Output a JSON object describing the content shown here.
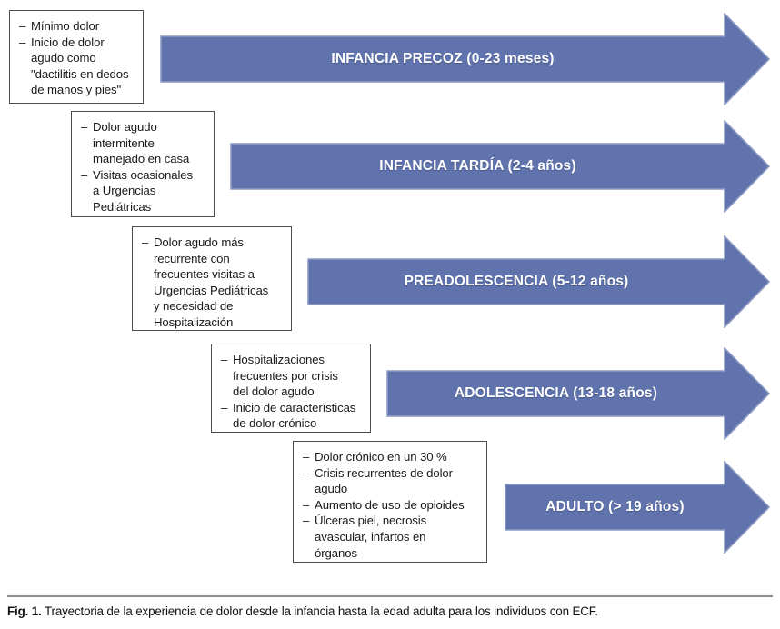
{
  "figure": {
    "caption_label": "Fig. 1.",
    "caption_text": "Trayectoria de la experiencia de dolor desde la infancia hasta la edad adulta para los individuos con ECF.",
    "arrow_color": "#6073AD",
    "arrow_border_color": "#8E9AC4",
    "box_border_color": "#4D4D4D",
    "text_color": "#1A1A1A",
    "label_color": "#FFFFFF"
  },
  "stages": [
    {
      "id": "infancia-precoz",
      "arrow_label": "INFANCIA PRECOZ (0-23 meses)",
      "stage_name": "INFANCIA PRECOZ",
      "age_range": "(0-23 meses)",
      "bullets": [
        "Mínimo dolor",
        "Inicio de dolor\nagudo como\n\"dactilitis en dedos\nde manos y pies\""
      ]
    },
    {
      "id": "infancia-tardia",
      "arrow_label": "INFANCIA TARDÍA (2-4 años)",
      "stage_name": "INFANCIA TARDÍA",
      "age_range": "(2-4 años)",
      "bullets": [
        "Dolor agudo\nintermitente\nmanejado en casa",
        "Visitas ocasionales\na Urgencias\nPediátricas"
      ]
    },
    {
      "id": "preadolescencia",
      "arrow_label": "PREADOLESCENCIA (5-12 años)",
      "stage_name": "PREADOLESCENCIA",
      "age_range": "(5-12 años)",
      "bullets": [
        "Dolor agudo más\nrecurrente con\nfrecuentes visitas a\nUrgencias Pediátricas\ny necesidad de\nHospitalización"
      ]
    },
    {
      "id": "adolescencia",
      "arrow_label": "ADOLESCENCIA (13-18 años)",
      "stage_name": "ADOLESCENCIA",
      "age_range": "(13-18 años)",
      "bullets": [
        "Hospitalizaciones\nfrecuentes por crisis\ndel dolor agudo",
        "Inicio de características\nde dolor crónico"
      ]
    },
    {
      "id": "adulto",
      "arrow_label": "ADULTO (> 19 años)",
      "stage_name": "ADULTO",
      "age_range": "(> 19 años)",
      "bullets": [
        "Dolor crónico en un 30 %",
        "Crisis recurrentes de dolor\nagudo",
        "Aumento de uso de opioides",
        "Úlceras piel, necrosis\navascular, infartos en\nórganos"
      ]
    }
  ],
  "bullet_marker": "–"
}
